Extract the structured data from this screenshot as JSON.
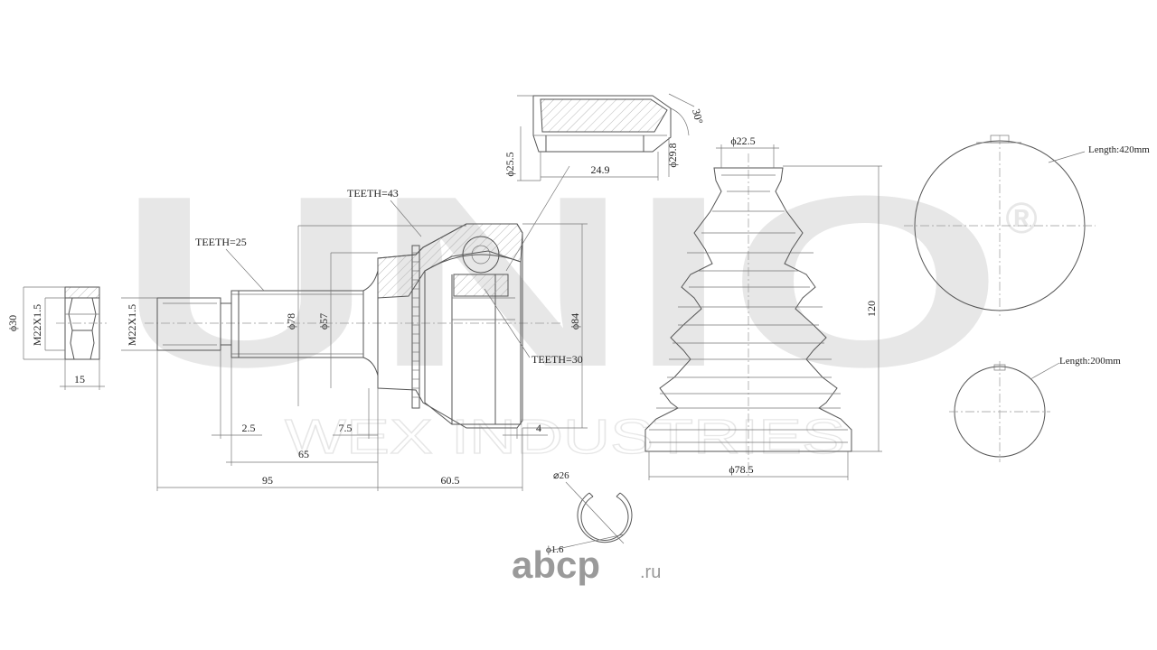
{
  "watermark": {
    "brand": "UNIO",
    "registered_mark": "®",
    "subtitle": "WEX INDUSTRIES"
  },
  "site_logo": {
    "name": "abcp",
    "suffix": ".ru",
    "color": "#9a9a9a"
  },
  "nut": {
    "dia_label": "ϕ30",
    "thread_label": "M22X1.5",
    "width_label": "15"
  },
  "shaft": {
    "thread_label": "M22X1.5",
    "teeth_label": "TEETH=25",
    "dia_label": "ϕ78",
    "dia2_label": "ϕ57",
    "dim_25": "2.5",
    "dim_75": "7.5",
    "dim_65": "65",
    "dim_95": "95"
  },
  "housing": {
    "teeth43_label": "TEETH=43",
    "teeth30_label": "TEETH=30",
    "dia_label": "ϕ84",
    "dim_4": "4",
    "dim_605": "60.5"
  },
  "ring": {
    "outer_label": "ϕ25.5",
    "length_label": "24.9",
    "inner_label": "ϕ29.8",
    "angle_label": "30°"
  },
  "boot": {
    "top_dia_label": "ϕ22.5",
    "height_label": "120",
    "bottom_dia_label": "ϕ78.5"
  },
  "clips": {
    "large_length": "Length:420mm",
    "small_length": "Length:200mm"
  },
  "circlip": {
    "dia_label": "⌀26",
    "wire_label": "ϕ1.6"
  }
}
